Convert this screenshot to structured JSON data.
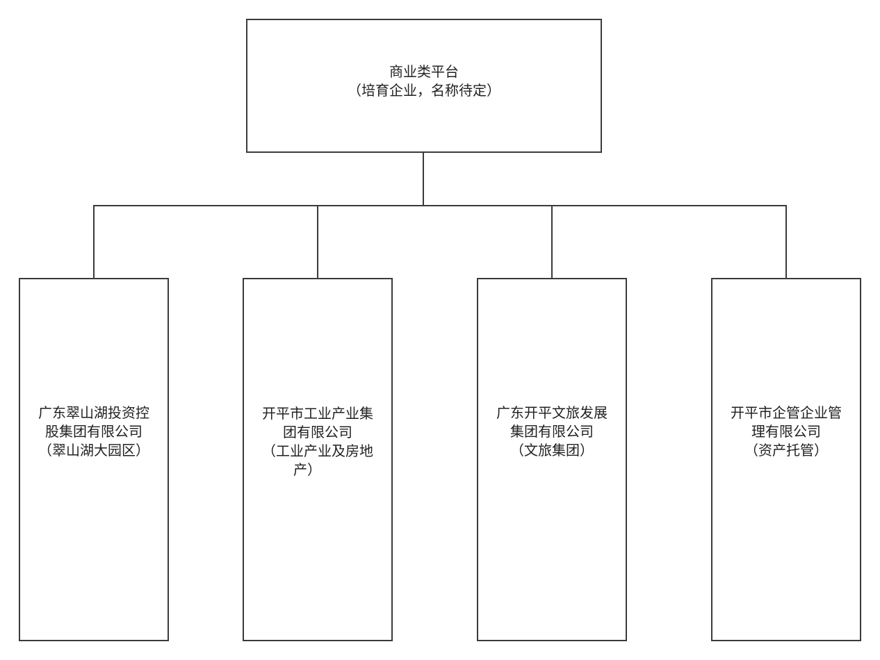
{
  "root": {
    "lines": [
      "商业类平台",
      "（培育企业，名称待定）"
    ]
  },
  "children": [
    {
      "lines": [
        "广东翠山湖投资控",
        "股集团有限公司",
        "（翠山湖大园区）"
      ]
    },
    {
      "lines": [
        "开平市工业产业集",
        "团有限公司",
        "（工业产业及房地",
        "产）"
      ]
    },
    {
      "lines": [
        "广东开平文旅发展",
        "集团有限公司",
        "（文旅集团）"
      ]
    },
    {
      "lines": [
        "开平市企管企业管",
        "理有限公司",
        "（资产托管）"
      ]
    }
  ]
}
